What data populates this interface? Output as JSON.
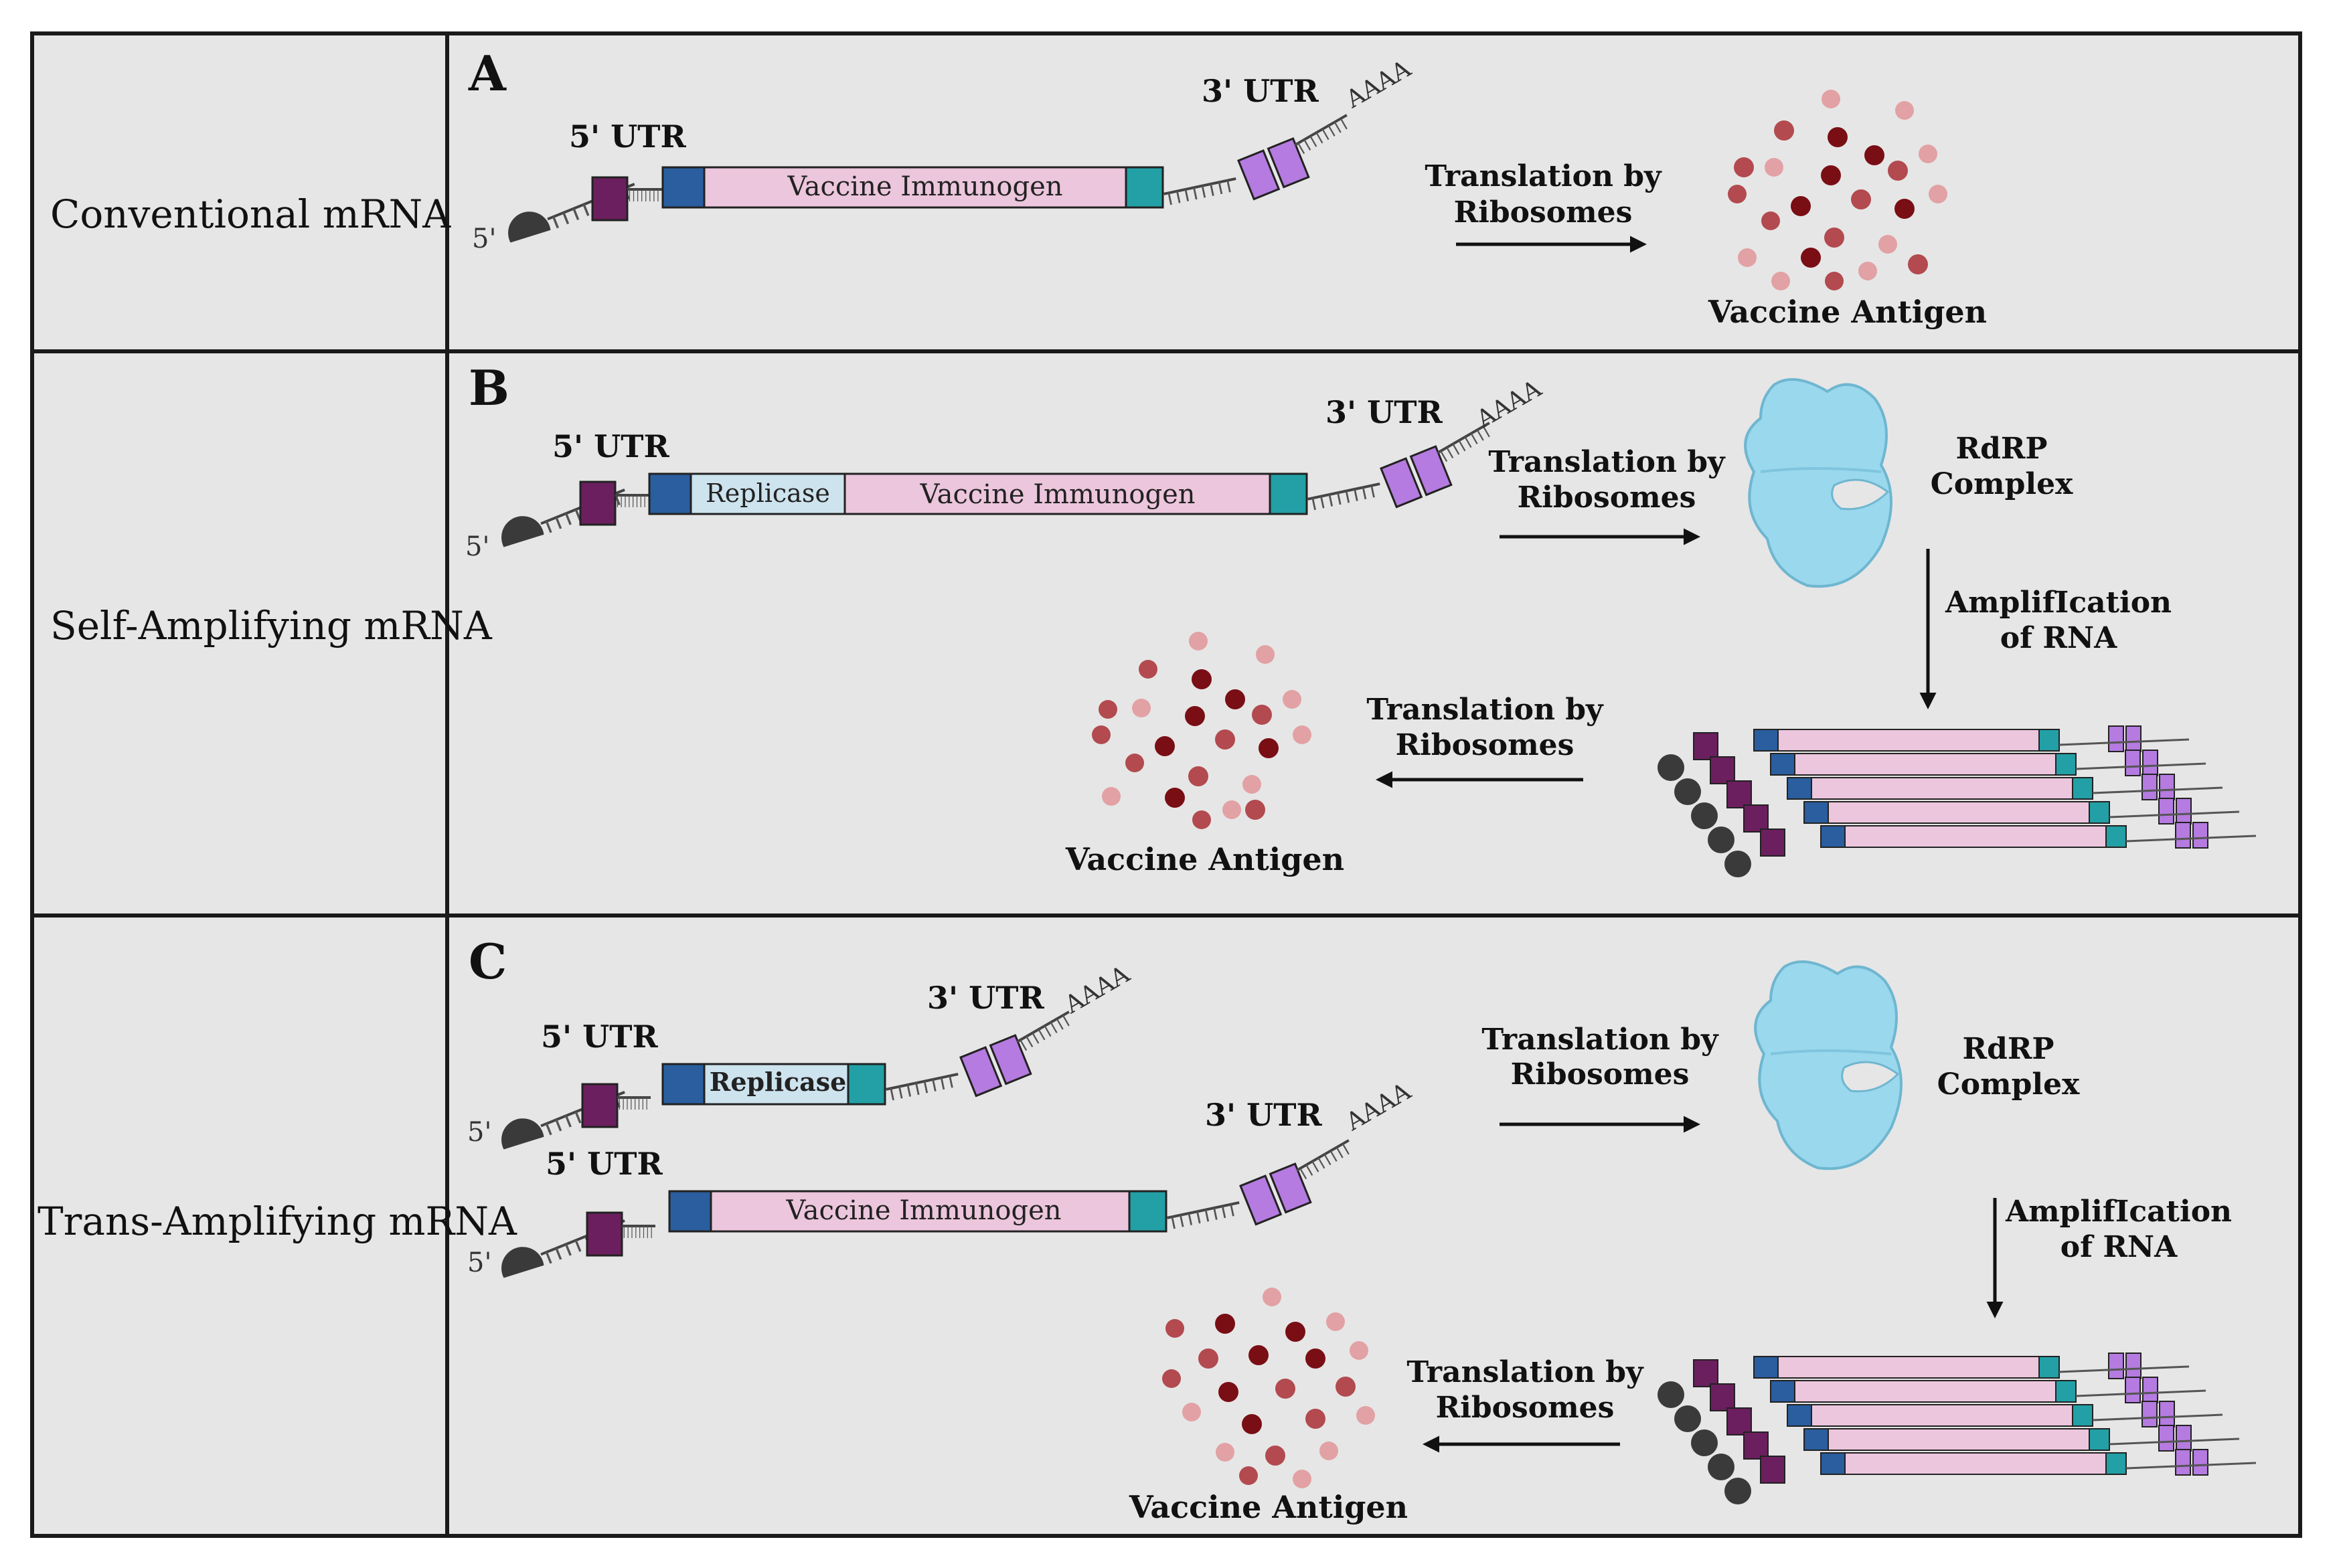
{
  "colors": {
    "panel_bg": "#e6e6e6",
    "border": "#1a1a1a",
    "coding_region": "#ecc6dc",
    "replicase": "#cde3ee",
    "utr5_box": "#6b1f5e",
    "start_box": "#2a5e9e",
    "stop_box": "#22a0a6",
    "utr3_box": "#b57be0",
    "cap": "#3a3a3a",
    "rdrp": "#9ad8ee",
    "antigen_dark": "#7a0e15",
    "antigen_mid": "#b24a4f",
    "antigen_light": "#e2a1a4"
  },
  "rows": [
    {
      "row_label": "Conventional mRNA",
      "panel_letter": "A",
      "utr5": "5' UTR",
      "utr3": "3' UTR",
      "polyA": "AAAA",
      "five_prime": "5'",
      "coding_label": "Vaccine Immunogen",
      "arrow_label_1": "Translation by",
      "arrow_label_2": "Ribosomes",
      "antigen_label": "Vaccine Antigen"
    },
    {
      "row_label": "Self-Amplifying mRNA",
      "panel_letter": "B",
      "utr5": "5' UTR",
      "utr3": "3' UTR",
      "polyA": "AAAA",
      "five_prime": "5'",
      "replicase_label": "Replicase",
      "coding_label": "Vaccine Immunogen",
      "arrow_label_1": "Translation by",
      "arrow_label_2": "Ribosomes",
      "rdrp_label_1": "RdRP",
      "rdrp_label_2": "Complex",
      "amp_label_1": "AmplifIcation",
      "amp_label_2": "of RNA",
      "arrow2_label_1": "Translation by",
      "arrow2_label_2": "Ribosomes",
      "antigen_label": "Vaccine Antigen"
    },
    {
      "row_label": "Trans-Amplifying mRNA",
      "panel_letter": "C",
      "utr5_a": "5' UTR",
      "utr3_a": "3' UTR",
      "replicase_label": "Replicase",
      "utr5_b": "5' UTR",
      "utr3_b": "3' UTR",
      "polyA": "AAAA",
      "five_prime": "5'",
      "coding_label": "Vaccine Immunogen",
      "arrow_label_1": "Translation by",
      "arrow_label_2": "Ribosomes",
      "rdrp_label_1": "RdRP",
      "rdrp_label_2": "Complex",
      "amp_label_1": "AmplifIcation",
      "amp_label_2": "of RNA",
      "arrow2_label_1": "Translation by",
      "arrow2_label_2": "Ribosomes",
      "antigen_label": "Vaccine Antigen"
    }
  ]
}
